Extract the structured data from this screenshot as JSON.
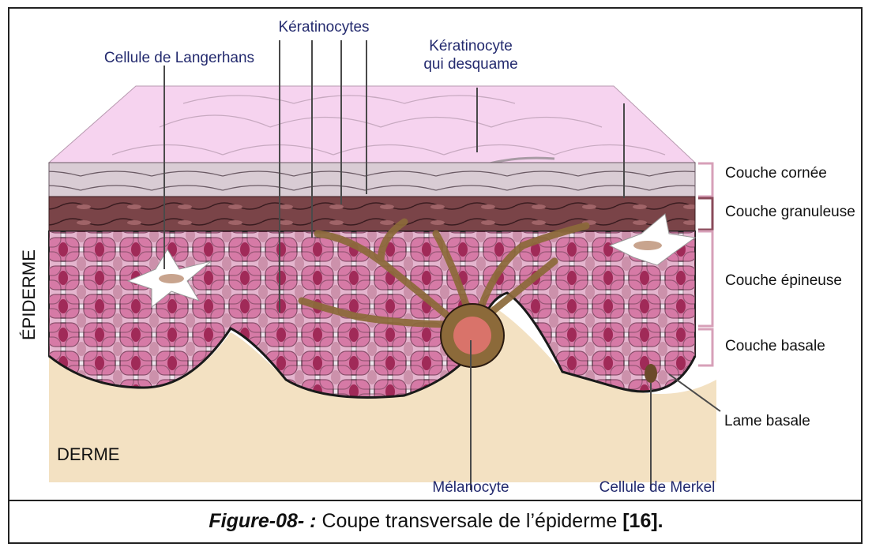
{
  "labels": {
    "langerhans": "Cellule de Langerhans",
    "keratinocytes": "Kératinocytes",
    "desquame_1": "Kératinocyte",
    "desquame_2": "qui desquame",
    "cornee": "Couche cornée",
    "granuleuse": "Couche granuleuse",
    "epineuse": "Couche épineuse",
    "basale": "Couche basale",
    "lame": "Lame basale",
    "merkel": "Cellule de Merkel",
    "melanocyte": "Mélanocyte",
    "epiderme": "ÉPIDERME",
    "derme": "DERME"
  },
  "caption": {
    "figure": "Figure-08- :",
    "text": " Coupe transversale de l’épiderme ",
    "ref": "[16]."
  },
  "colors": {
    "cornee_top": "#f6d3ef",
    "cornee_flakes": "#d8cbd3",
    "granuleuse": "#7a4448",
    "epineuse_cell": "#d67aa6",
    "nucleus": "#a02a58",
    "melanocyte": "#8c6a3a",
    "derme": "#f3e1c2",
    "bracket": "#d7a0b8",
    "label_blue": "#232a6e"
  }
}
